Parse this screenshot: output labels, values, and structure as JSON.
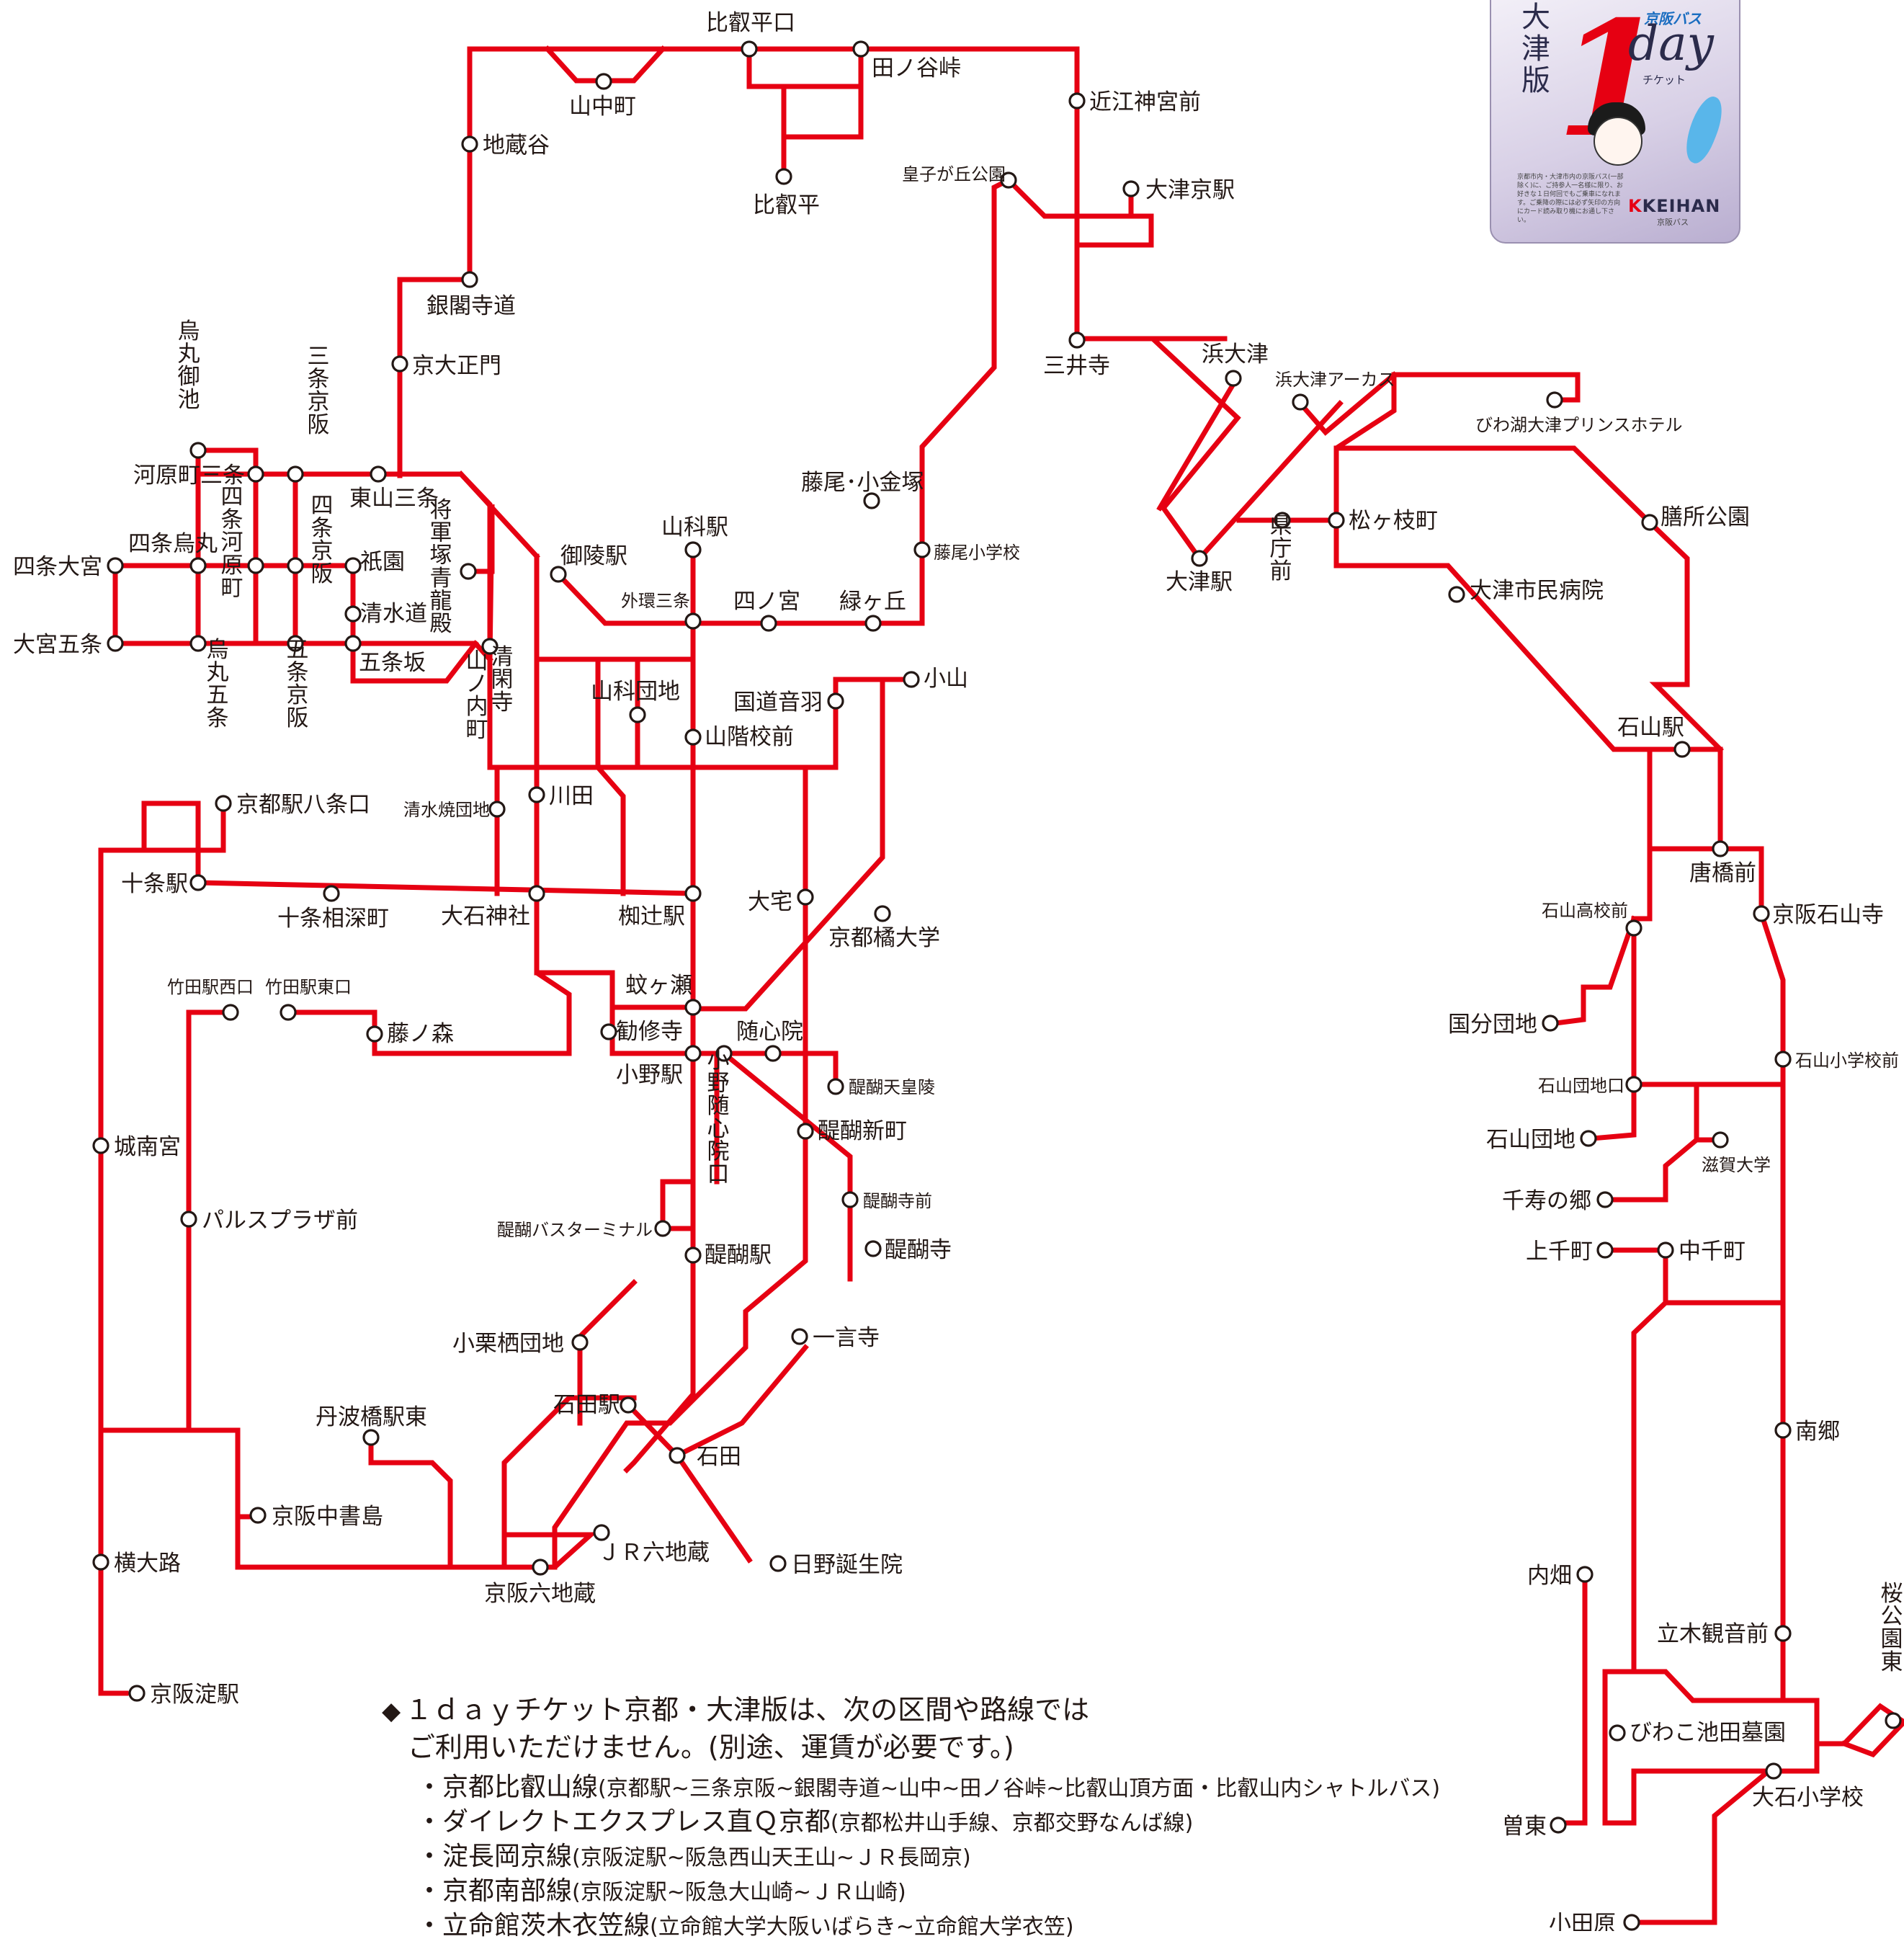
{
  "map": {
    "title": "",
    "stations": {
      "hiei_daira_guchi": "比叡平口",
      "tanoya_touge": "田ノ谷峠",
      "yamanaka_cho": "山中町",
      "hiei_daira": "比叡平",
      "omi_jingumae": "近江神宮前",
      "jizo_dani": "地蔵谷",
      "otsu_kyo_eki": "大津京駅",
      "ojigaoka_koen": "皇子が丘公園",
      "ginkakuji_michi": "銀閣寺道",
      "mii_dera": "三井寺",
      "hama_otsu": "浜大津",
      "hama_otsu_arcas": "浜大津アーカス",
      "biwako_prince": "びわ湖大津プリンスホテル",
      "kyodai_seimon": "京大正門",
      "karasuma_oike": "烏丸御池",
      "sanjo_keihan": "三条京阪",
      "kawaramachi_sanjo": "河原町三条",
      "higashiyama_sanjo": "東山三条",
      "fujio_kogane": "藤尾･小金塚",
      "fujio_shogakko": "藤尾小学校",
      "zeze_koen": "膳所公園",
      "matsugaecho": "松ヶ枝町",
      "otsu_eki": "大津駅",
      "kencho_mae": "県庁前",
      "shijo_karasuma": "四条烏丸",
      "shijo_kawaramachi": "四条河原町",
      "shijo_omiya": "四条大宮",
      "shijo_keihan": "四条京阪",
      "gion": "祇園",
      "shogunzuka": "将軍塚青龍殿",
      "goryo_eki": "御陵駅",
      "yamashina_eki": "山科駅",
      "otsu_shimin_byoin": "大津市民病院",
      "sotokan_sanjo": "外環三条",
      "shinomiya": "四ノ宮",
      "midorigaoka": "緑ヶ丘",
      "kiyomizu_michi": "清水道",
      "omiya_gojo": "大宮五条",
      "karasuma_gojo": "烏丸五条",
      "gojo_keihan": "五条京阪",
      "gojozaka": "五条坂",
      "yamanouchi_cho": "山ノ内町",
      "seikanji": "清閑寺",
      "yamashina_danchi": "山科団地",
      "kokudo_otowa": "国道音羽",
      "koyama": "小山",
      "sankai_kozen": "山階校前",
      "ishiyama_eki": "石山駅",
      "kyoto_hachijo": "京都駅八条口",
      "kiyomizuyaki_danchi": "清水焼団地",
      "kawata": "川田",
      "karahashi_mae": "唐橋前",
      "jujo_eki": "十条駅",
      "jujo_aifukacho": "十条相深町",
      "oishi_jinja": "大石神社",
      "naginotsuji": "椥辻駅",
      "oyake": "大宅",
      "kyoto_tachibana": "京都橘大学",
      "ishiyama_koko": "石山高校前",
      "keihan_ishiyamadera": "京阪石山寺",
      "takeda_nishi": "竹田駅西口",
      "takeda_higashi": "竹田駅東口",
      "fujinomori": "藤ノ森",
      "kajuji": "勧修寺",
      "kagase": "蚊ヶ瀬",
      "zuishinin": "随心院",
      "kokubu_danchi": "国分団地",
      "ono_eki": "小野駅",
      "ono_zuishinin_guchi": "小野随心院口",
      "daigo_tennoryo": "醍醐天皇陵",
      "daigo_shinmachi": "醍醐新町",
      "ishiyama_shogakko": "石山小学校前",
      "ishiyama_danchi_guchi": "石山団地口",
      "ishiyama_danchi": "石山団地",
      "jonangu": "城南宮",
      "shiga_daigaku": "滋賀大学",
      "daigoji_mae": "醍醐寺前",
      "senju_no_sato": "千寿の郷",
      "pals_plaza": "パルスプラザ前",
      "daigo_bus_terminal": "醍醐バスターミナル",
      "daigoji": "醍醐寺",
      "daigo_eki": "醍醐駅",
      "kamisen_cho": "上千町",
      "nakasen_cho": "中千町",
      "ogurisu_danchi": "小栗栖団地",
      "ichigonji": "一言寺",
      "ishida_eki": "石田駅",
      "tanbabashi_higashi": "丹波橋駅東",
      "nango": "南郷",
      "ishida": "石田",
      "keihan_nakashojima": "京阪中書島",
      "jr_rokujizo": "ＪＲ六地蔵",
      "hino_tanjoin": "日野誕生院",
      "yokooji": "横大路",
      "keihan_rokujizo": "京阪六地蔵",
      "uchihata": "内畑",
      "tachiki_kannon": "立木観音前",
      "sakura_koen_higashi": "桜公園東",
      "keihan_yodo": "京阪淀駅",
      "biwako_ikeda": "びわこ池田墓園",
      "oishi_shogakko": "大石小学校",
      "sotsuka": "曽東",
      "odawara": "小田原"
    }
  },
  "notes": {
    "marker": "◆",
    "header": "１ｄａｙチケット京都・大津版は、次の区間や路線では",
    "sub": "ご利用いただけません。(別途、運賃が必要です。)",
    "items": [
      {
        "name": "・京都比叡山線",
        "detail": "(京都駅~三条京阪~銀閣寺道~山中~田ノ谷峠~比叡山頂方面・比叡山内シャトルバス)"
      },
      {
        "name": "・ダイレクトエクスプレス直Ｑ京都",
        "detail": "(京都松井山手線、京都交野なんば線)"
      },
      {
        "name": "・淀長岡京線",
        "detail": "(京阪淀駅~阪急西山天王山~ＪＲ長岡京)"
      },
      {
        "name": "・京都南部線",
        "detail": "(京阪淀駅~阪急大山崎~ＪＲ山崎)"
      },
      {
        "name": "・立命館茨木衣笠線",
        "detail": "(立命館大学大阪いばらき~立命館大学衣笠)"
      }
    ]
  },
  "ticket": {
    "edition_chars": [
      "大",
      "津",
      "版"
    ],
    "numeral": "1",
    "brand": "京阪バス",
    "day": "day",
    "ticket_word": "チケット",
    "fine_print": "京都市内・大津市内の京阪バス(一部除く)に、ご持参人一名様に限り、お好きな１日何回でもご乗車になれます。ご乗降の際には必ず矢印の方向にカード読み取り機にお通し下さい。",
    "company_logo": "KEIHAN",
    "company_sub": "京阪バス"
  },
  "colors": {
    "route": "#e60012",
    "stop_fill": "#ffffff",
    "text": "#231815"
  }
}
